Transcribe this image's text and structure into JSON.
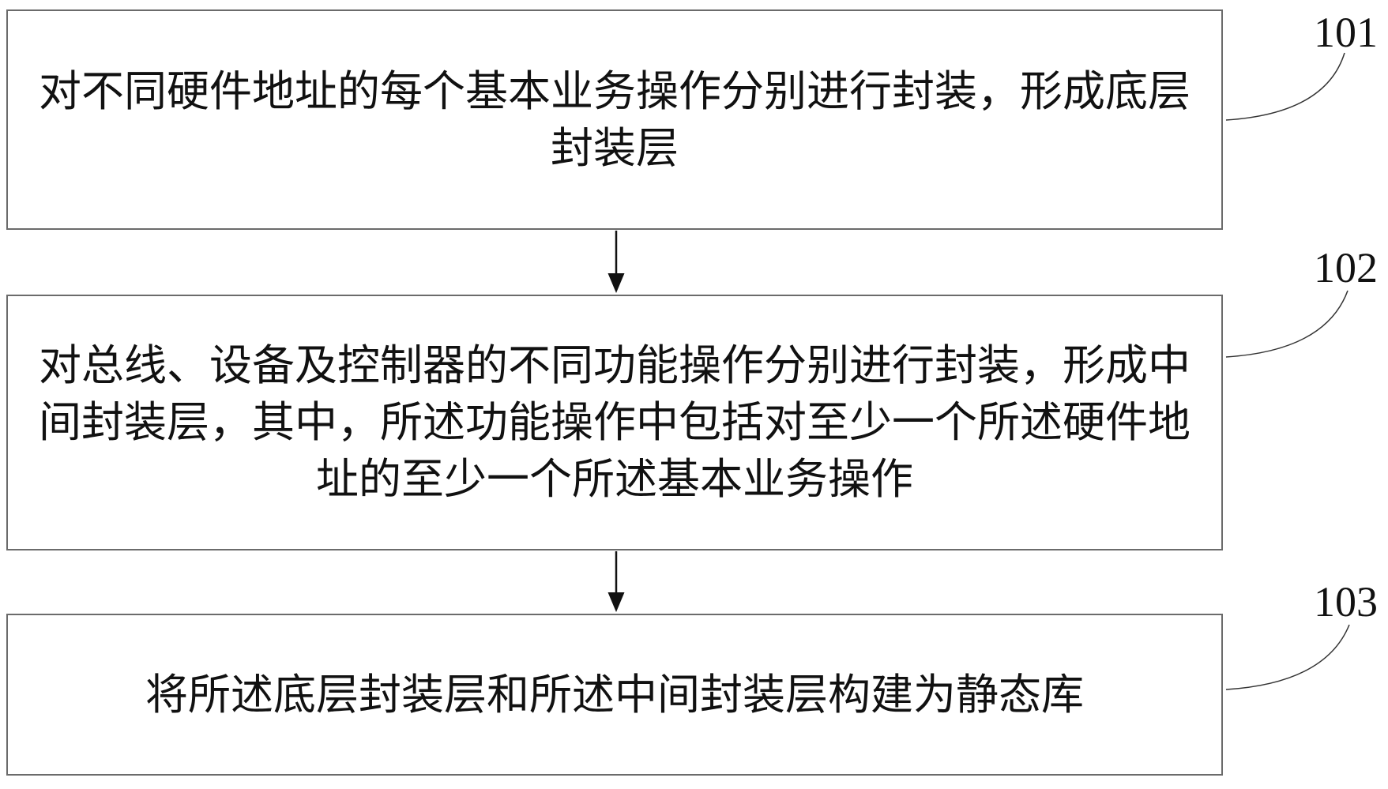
{
  "flow": {
    "title": "three-step method flowchart (patent figure)",
    "steps": [
      {
        "ref": "101",
        "lines": [
          "对不同硬件地址的每个基本业务操作分别进行封装，形成底层",
          "封装层"
        ]
      },
      {
        "ref": "102",
        "lines": [
          "对总线、设备及控制器的不同功能操作分别进行封装，形成中",
          "间封装层，其中，所述功能操作中包括对至少一个所述硬件地",
          "址的至少一个所述基本业务操作"
        ]
      },
      {
        "ref": "103",
        "lines": [
          "将所述底层封装层和所述中间封装层构建为静态库"
        ]
      }
    ],
    "connectors": [
      {
        "from": "101",
        "to": "102",
        "type": "arrow-down"
      },
      {
        "from": "102",
        "to": "103",
        "type": "arrow-down"
      }
    ],
    "colors": {
      "background": "#ffffff",
      "box_border": "#6b6b6b",
      "text": "#111111",
      "arrow": "#111111",
      "leader_line": "#333333"
    }
  }
}
